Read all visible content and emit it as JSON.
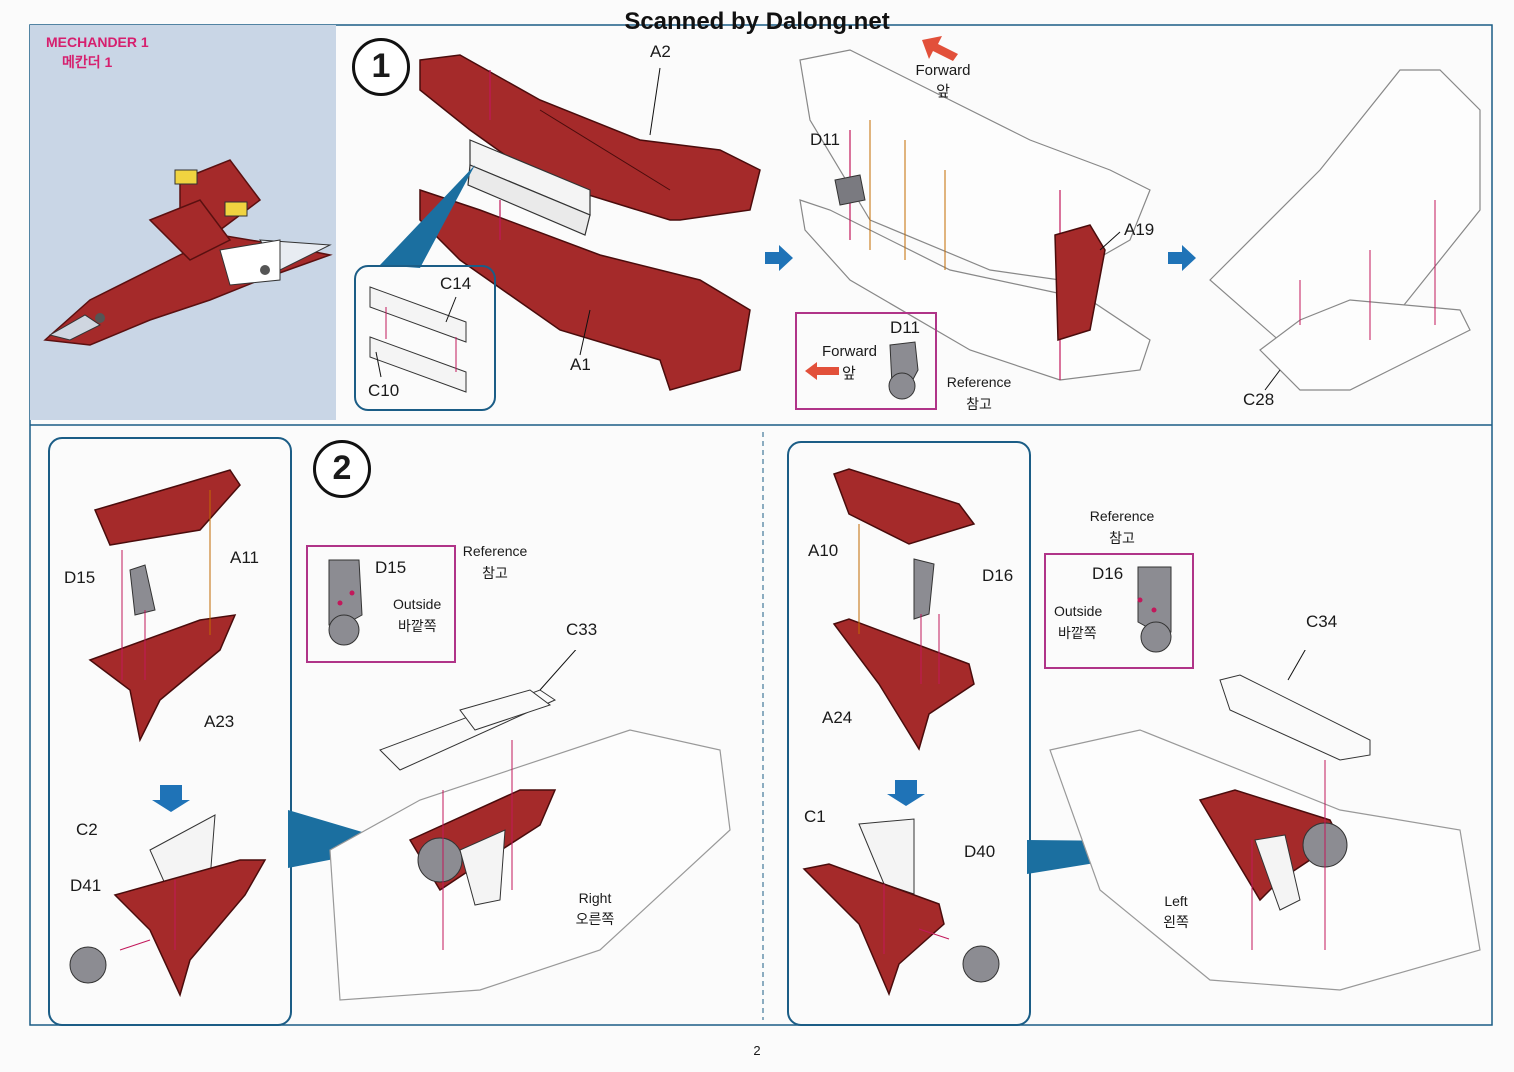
{
  "header": {
    "scan_credit": "Scanned by Dalong.net"
  },
  "preview": {
    "name_en": "MECHANDER 1",
    "name_kr": "메칸더 1"
  },
  "step1": {
    "number": "1",
    "parts": {
      "a2": "A2",
      "a1": "A1",
      "c14": "C14",
      "c10": "C10",
      "d11": "D11",
      "a19": "A19",
      "c28": "C28"
    },
    "forward_en": "Forward",
    "forward_kr": "앞",
    "ref_box": {
      "part": "D11",
      "forward_en": "Forward",
      "forward_kr": "앞",
      "ref_en": "Reference",
      "ref_kr": "참고"
    }
  },
  "step2": {
    "number": "2",
    "left_box": {
      "a11": "A11",
      "d15": "D15",
      "a23": "A23",
      "c2": "C2",
      "d41": "D41"
    },
    "ref_left": {
      "part": "D15",
      "outside_en": "Outside",
      "outside_kr": "바깥쪽",
      "ref_en": "Reference",
      "ref_kr": "참고"
    },
    "c33": "C33",
    "right_en": "Right",
    "right_kr": "오른쪽",
    "right_box": {
      "a10": "A10",
      "d16": "D16",
      "a24": "A24",
      "c1": "C1",
      "d40": "D40"
    },
    "ref_right": {
      "part": "D16",
      "outside_en": "Outside",
      "outside_kr": "바깥쪽",
      "ref_en": "Reference",
      "ref_kr": "참고"
    },
    "c34": "C34",
    "left_en": "Left",
    "left_kr": "왼쪽"
  },
  "footer": {
    "page_number": "2"
  },
  "colors": {
    "part_red": "#a52a2a",
    "box_blue": "#1b5d86",
    "ref_pink": "#b03488",
    "arrow_blue": "#1f73b7",
    "preview_bg": "#c9d6e6"
  }
}
